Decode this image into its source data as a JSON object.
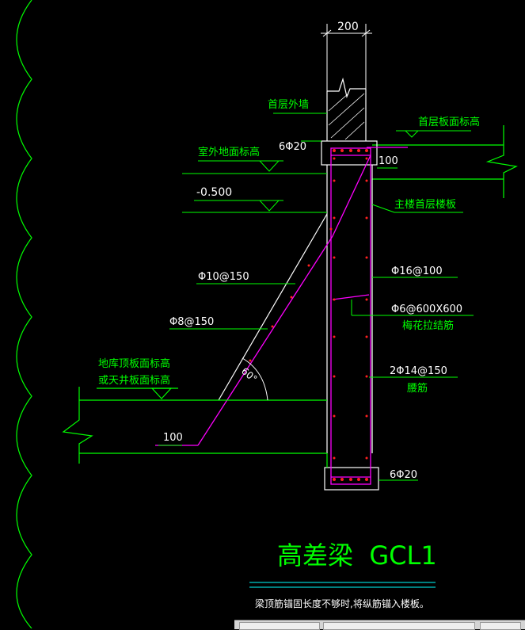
{
  "dimensions": {
    "top_width": "200",
    "cover_top": "100",
    "cover_bottom": "100"
  },
  "labels": {
    "ground_wall": "首层外墙",
    "first_floor_slab_elev": "首层板面标高",
    "outdoor_ground_elev": "室外地面标高",
    "elev_value": "-0.500",
    "main_floor_slab": "主楼首层楼板",
    "top_rebar": "6Φ20",
    "bottom_rebar": "6Φ20",
    "slope_rebar_1": "Φ10@150",
    "slope_rebar_2": "Φ8@150",
    "stirrup": "Φ16@100",
    "tie_bar": "Φ6@600X600",
    "tie_bar_desc": "梅花拉结筋",
    "waist_bar": "2Φ14@150",
    "waist_bar_desc": "腰筋",
    "basement_roof_elev_line1": "地库顶板面标高",
    "basement_roof_elev_line2": "或天井板面标高",
    "angle": "60°"
  },
  "title": {
    "main": "高差梁  GCL1",
    "note": "梁顶筋锚固长度不够时,将纵筋锚入楼板。"
  },
  "colors": {
    "background": "#000000",
    "green": "#00ff00",
    "white": "#ffffff",
    "magenta": "#ff00ff",
    "red": "#ff2020",
    "cyan": "#00ffff"
  }
}
